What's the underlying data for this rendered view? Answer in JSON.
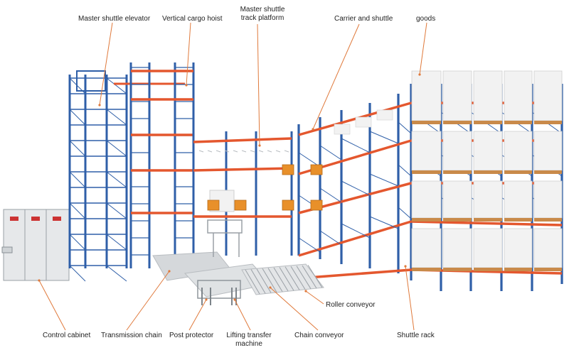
{
  "labels": {
    "master_shuttle_elevator": "Master shuttle elevator",
    "vertical_cargo_hoist": "Vertical cargo hoist",
    "master_shuttle_track_platform_line1": "Master shuttle",
    "master_shuttle_track_platform_line2": "track platform",
    "carrier_and_shuttle": "Carrier and shuttle",
    "goods": "goods",
    "roller_conveyor": "Roller conveyor",
    "control_cabinet": "Control cabinet",
    "transmission_chain": "Transmission chain",
    "post_protector": "Post protector",
    "lifting_transfer_machine_line1": "Lifting transfer",
    "lifting_transfer_machine_line2": "machine",
    "chain_conveyor": "Chain conveyor",
    "shuttle_rack": "Shuttle rack"
  },
  "colors": {
    "upright_blue": "#2f5fa8",
    "beam_orange": "#e4572e",
    "leader_line": "#e07a3c",
    "pallet_wood": "#c98a4a",
    "goods_white": "#f2f2f2",
    "cabinet_gray": "#e6e8ea",
    "conveyor_gray": "#b8bcc0",
    "shuttle_orange": "#e8902a"
  }
}
